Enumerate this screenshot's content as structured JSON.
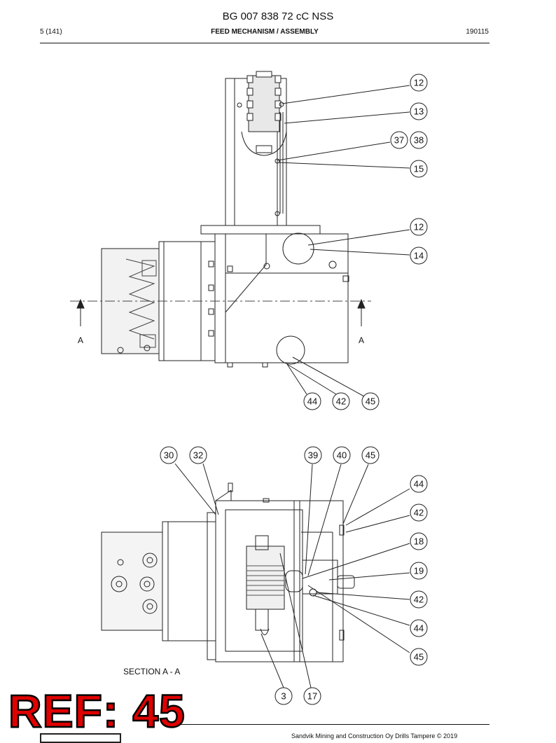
{
  "header": {
    "doc_id": "BG 007 838 72 cC NSS",
    "page": "5 (141)",
    "title": "FEED MECHANISM / ASSEMBLY",
    "date": "190115"
  },
  "top_view": {
    "section_markers": [
      "A",
      "A"
    ],
    "callouts": [
      "12",
      "13",
      "37",
      "38",
      "15",
      "12",
      "14",
      "44",
      "42",
      "45"
    ]
  },
  "bottom_view": {
    "section_label": "SECTION A - A",
    "callouts": [
      "30",
      "32",
      "39",
      "40",
      "45",
      "44",
      "42",
      "18",
      "19",
      "42",
      "44",
      "45",
      "3",
      "17"
    ]
  },
  "footer": {
    "copyright": "Sandvik Mining and Construction Oy Drills Tampere © 2019"
  },
  "stamp": {
    "text": "REF: 45",
    "color": "#e00000"
  }
}
